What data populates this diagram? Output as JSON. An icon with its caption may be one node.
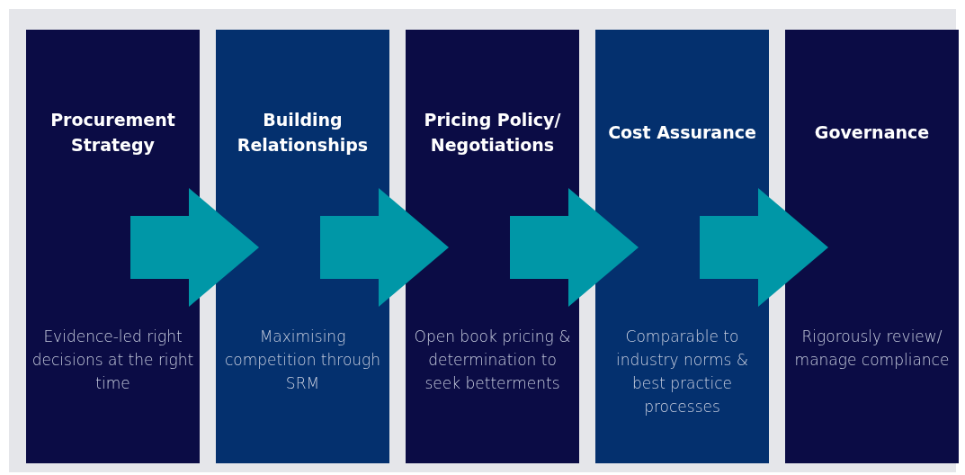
{
  "diagram": {
    "nodes": [
      {
        "text": [
          "Procurement Strategy",
          "Evidence-led right decisions at the right time"
        ]
      },
      {
        "text": [
          "Building Relationships",
          "Maximising competition through SRM"
        ]
      },
      {
        "text": [
          "Pricing Policy/ Negotiations",
          "Open book pricing & determination to seek betterments"
        ]
      },
      {
        "text": [
          "Cost Assurance",
          "Comparable to industry norms & best practice processes"
        ]
      },
      {
        "text": [
          "Governance",
          "Rigorously review/ manage compliance"
        ]
      }
    ],
    "edges": [
      {
        "from": 0,
        "to": 1,
        "arrow": "to"
      },
      {
        "from": 1,
        "to": 2,
        "arrow": "to"
      },
      {
        "from": 2,
        "to": 3,
        "arrow": "to"
      },
      {
        "from": 3,
        "to": 4,
        "arrow": "to"
      }
    ]
  }
}
